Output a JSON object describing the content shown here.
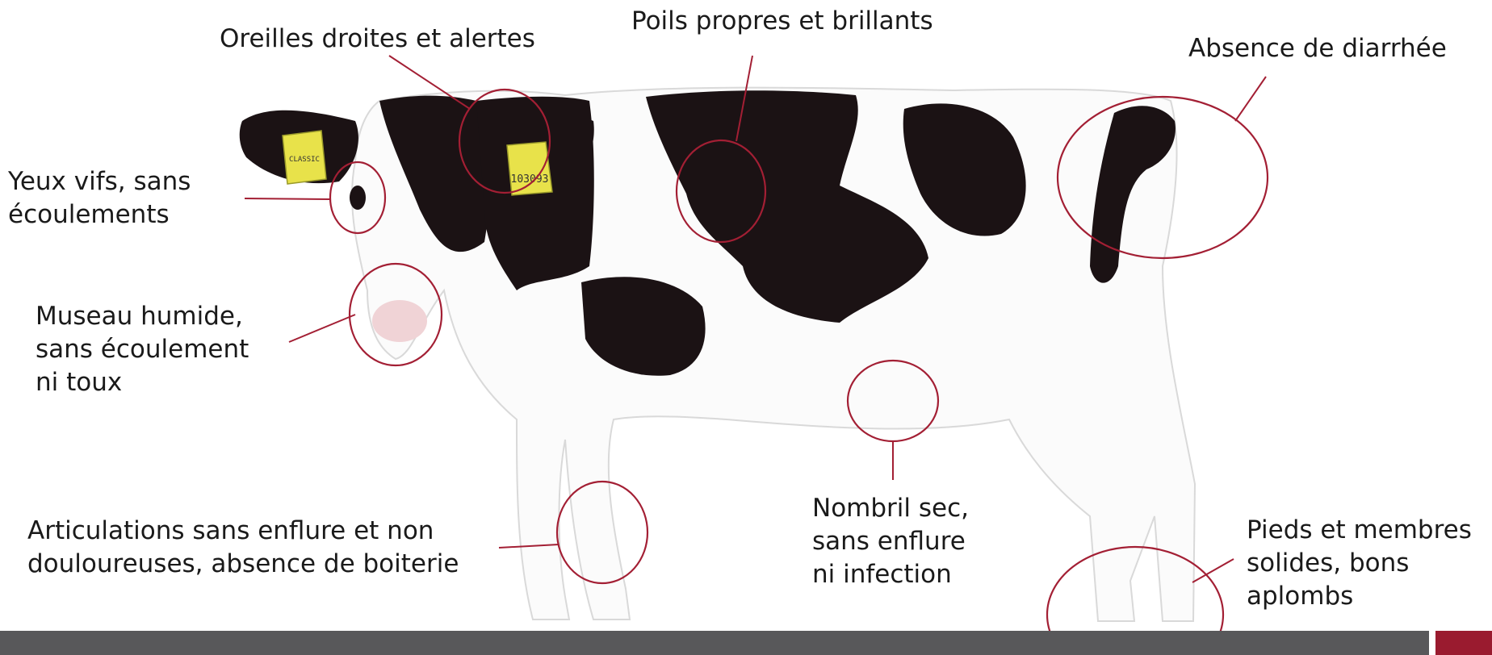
{
  "labels": {
    "oreilles": "Oreilles droites et alertes",
    "poils": "Poils propres et brillants",
    "diarrhee": "Absence de diarrhée",
    "yeux": "Yeux vifs, sans\nécoulements",
    "museau": "Museau humide,\nsans écoulement\nni toux",
    "articulations": "Articulations sans enflure et non\ndouloureuses, absence de boiterie",
    "nombril": "Nombril sec,\nsans enflure\nni infection",
    "pieds": "Pieds et membres\nsolides, bons\naplombs"
  },
  "ear_tags": {
    "left": "CLASSIC",
    "right": "103093"
  },
  "colors": {
    "callout": "#a31f34",
    "footer": "#58585a",
    "badge": "#9a1b2f"
  }
}
